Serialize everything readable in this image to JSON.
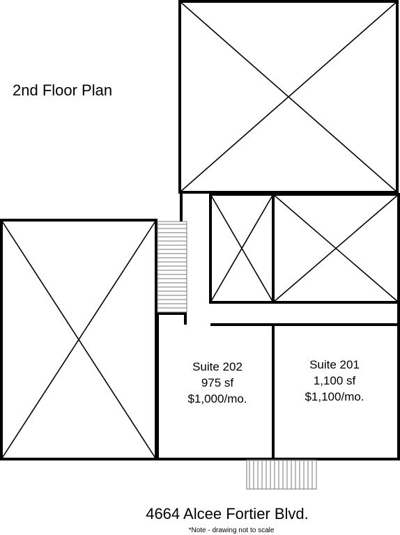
{
  "plan": {
    "title": "2nd Floor Plan",
    "address": "4664 Alcee Fortier Blvd.",
    "note": "*Note - drawing not to scale"
  },
  "suites": [
    {
      "name": "Suite 202",
      "area": "975 sf",
      "rent": "$1,000/mo."
    },
    {
      "name": "Suite 201",
      "area": "1,100 sf",
      "rent": "$1,100/mo."
    }
  ],
  "colors": {
    "line": "#000000",
    "stairs": "#777777",
    "background": "#ffffff"
  }
}
